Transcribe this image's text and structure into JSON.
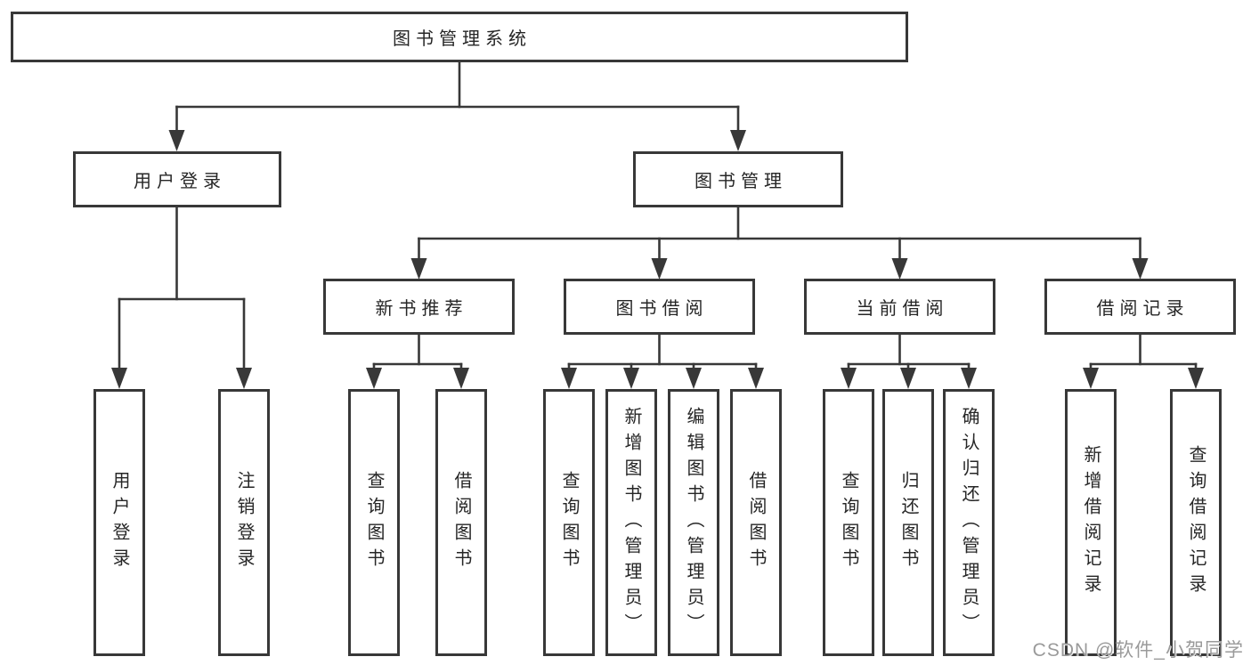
{
  "diagram_title": "图书管理系统",
  "tree": {
    "label": "图书管理系统",
    "children": [
      {
        "label": "用户登录",
        "children": [
          {
            "label": "用户登录"
          },
          {
            "label": "注销登录"
          }
        ]
      },
      {
        "label": "图书管理",
        "children": [
          {
            "label": "新书推荐",
            "children": [
              {
                "label": "查询图书"
              },
              {
                "label": "借阅图书"
              }
            ]
          },
          {
            "label": "图书借阅",
            "children": [
              {
                "label": "查询图书"
              },
              {
                "label": "新增图书（管理员）"
              },
              {
                "label": "编辑图书（管理员）"
              },
              {
                "label": "借阅图书"
              }
            ]
          },
          {
            "label": "当前借阅",
            "children": [
              {
                "label": "查询图书"
              },
              {
                "label": "归还图书"
              },
              {
                "label": "确认归还（管理员）"
              }
            ]
          },
          {
            "label": "借阅记录",
            "children": [
              {
                "label": "新增借阅记录"
              },
              {
                "label": "查询借阅记录"
              }
            ]
          }
        ]
      }
    ]
  },
  "watermark": "CSDN @软件_小贺同学",
  "colors": {
    "line": "#383838",
    "box_border": "#383838",
    "text": "#262626",
    "watermark": "#9a9a9a",
    "background": "#ffffff"
  }
}
